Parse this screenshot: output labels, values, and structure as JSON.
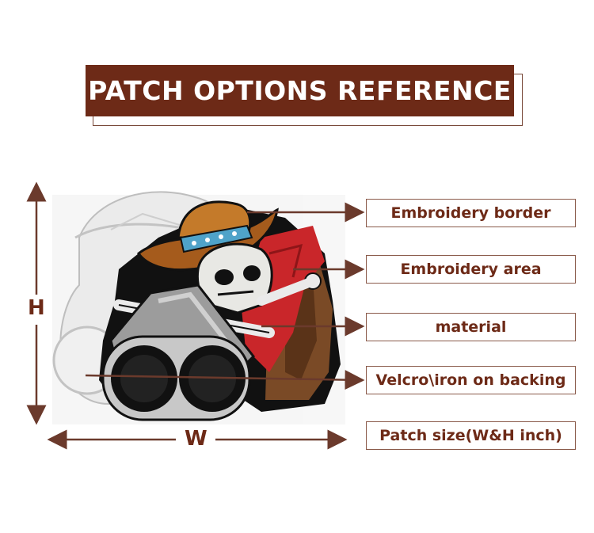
{
  "title": "PATCH OPTIONS REFERENCE",
  "labels": [
    "Embroidery border",
    "Embroidery area",
    "material",
    "Velcro\\iron on backing",
    "Patch size(W&H inch)"
  ],
  "dimensions": {
    "height": "H",
    "width": "W"
  },
  "colors": {
    "brand": "#6d2a17",
    "arrow": "#6b3a2c"
  },
  "image": {
    "subject": "skull-cowboy-shotgun-patch"
  }
}
